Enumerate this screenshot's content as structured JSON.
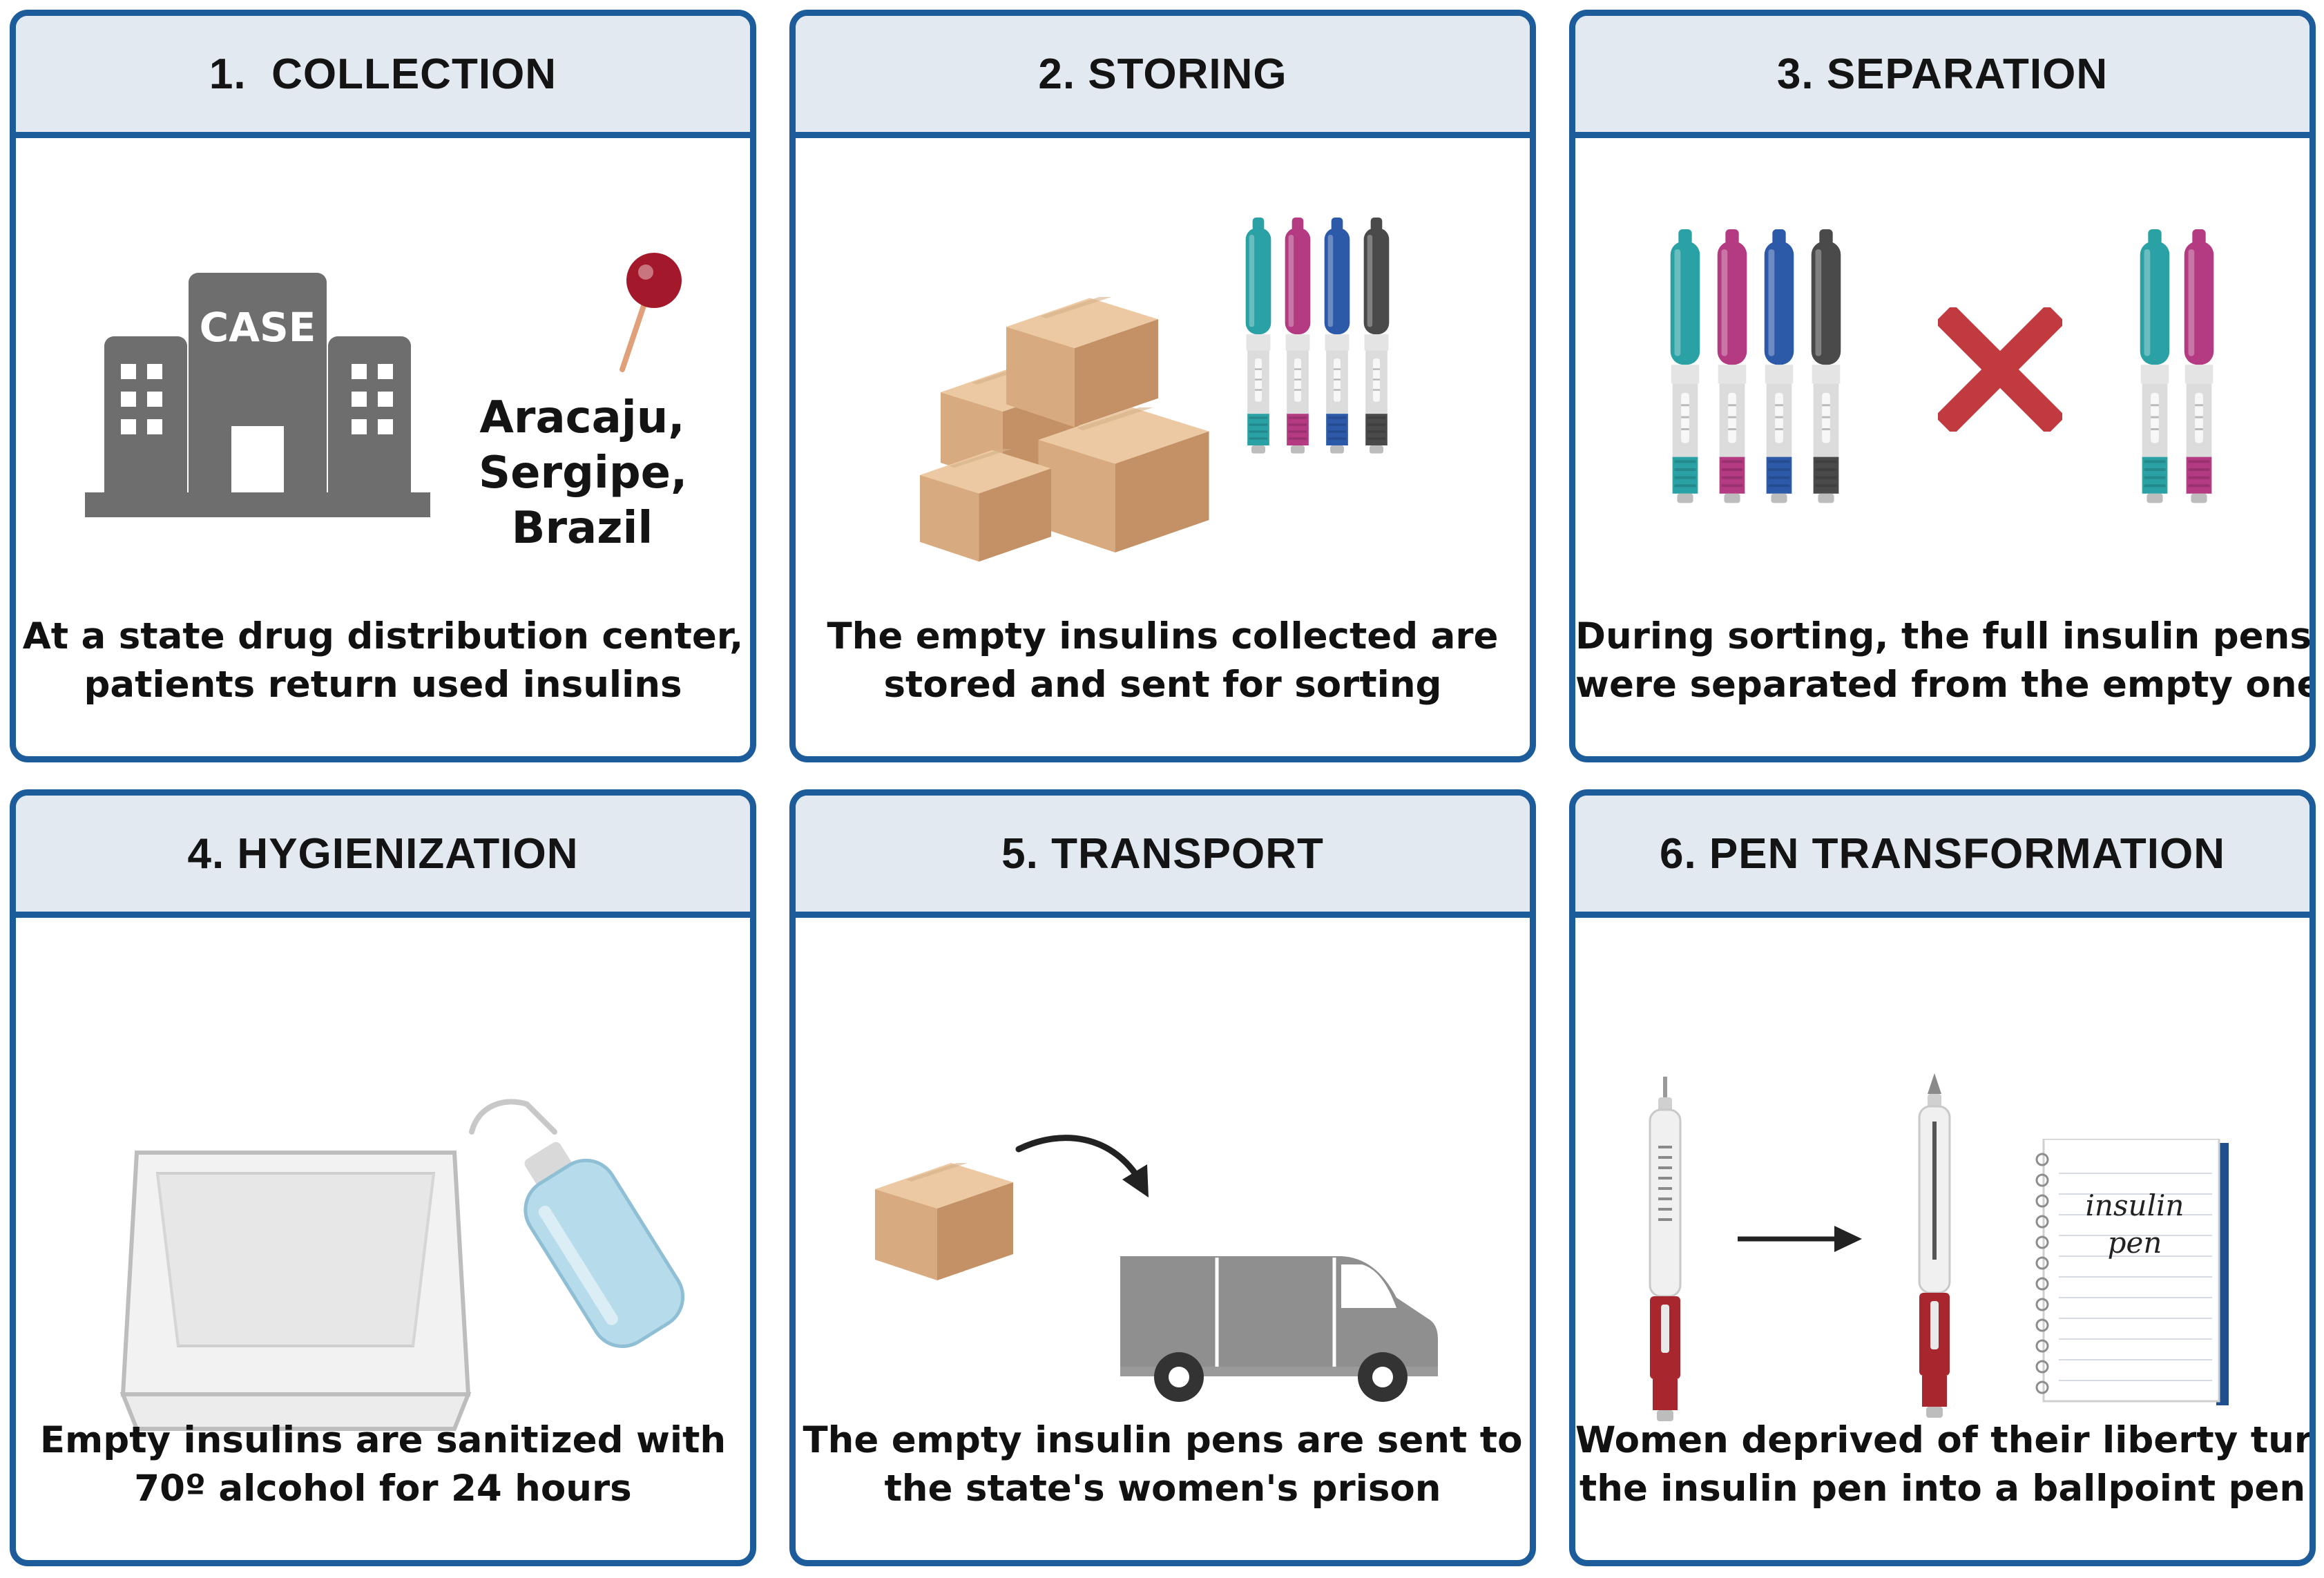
{
  "panels": [
    {
      "title": "1.  COLLECTION",
      "building_sign": "CASE",
      "location": [
        "Aracaju,",
        "Sergipe,",
        "Brazil"
      ],
      "caption": [
        "At a state drug distribution center,",
        "patients return used insulins"
      ]
    },
    {
      "title": "2. STORING",
      "caption": [
        "The empty insulins collected are",
        "stored and sent for sorting"
      ]
    },
    {
      "title": "3. SEPARATION",
      "caption": [
        "During sorting, the full insulin pens",
        "were separated from the empty ones"
      ]
    },
    {
      "title": "4. HYGIENIZATION",
      "caption": [
        "Empty insulins are sanitized with",
        "70º alcohol for 24 hours"
      ]
    },
    {
      "title": "5. TRANSPORT",
      "caption": [
        "The empty insulin pens are sent to",
        "the state's women's prison"
      ]
    },
    {
      "title": "6. PEN TRANSFORMATION",
      "notebook_text": [
        "insulin",
        "pen"
      ],
      "caption": [
        "Women deprived of their liberty turn",
        "the insulin pen into a ballpoint pen"
      ]
    }
  ],
  "icons": [
    "building-icon",
    "map-pin-icon",
    "boxes-icon",
    "insulin-pen-icon",
    "cross-icon",
    "tray-icon",
    "wash-bottle-icon",
    "box-icon",
    "curved-arrow-icon",
    "van-icon",
    "arrow-icon",
    "ballpoint-pen-icon",
    "notebook-icon"
  ],
  "colors": {
    "border": "#1d5c9b",
    "header": "#e3e9f1",
    "teal": "#2aa1a4",
    "magenta": "#b43a82",
    "blue": "#2c5aa8",
    "dark": "#4a4a4a",
    "red": "#b8343b",
    "cardboard": "#d7ab7f"
  }
}
